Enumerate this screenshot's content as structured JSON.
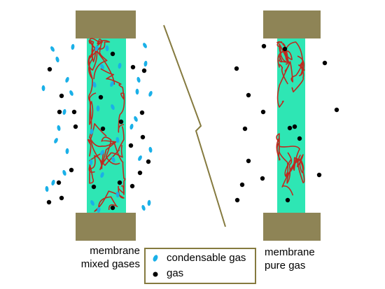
{
  "labels": {
    "left_line1": "membrane",
    "left_line2": "mixed gases",
    "right_line1": "membrane",
    "right_line2": "pure gas"
  },
  "legend": {
    "items": [
      {
        "symbol": "blue-ellipse",
        "label": "condensable gas"
      },
      {
        "symbol": "black-dot",
        "label": "gas"
      }
    ]
  },
  "colors": {
    "membrane_fill": "#2ee6b4",
    "clamp_fill": "#8e8456",
    "polymer_chains": "#c0281e",
    "condensable_gas": "#1ab0e8",
    "gas": "#000000",
    "divider_line": "#857a3f",
    "legend_border": "#857a3f"
  }
}
